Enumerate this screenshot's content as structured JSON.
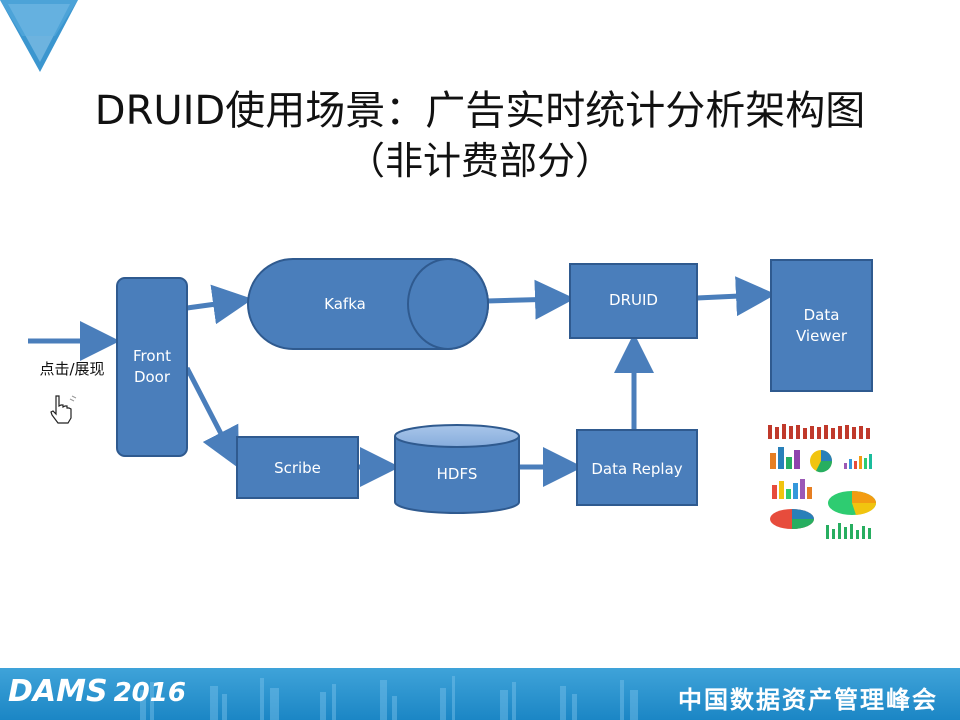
{
  "title": {
    "line1": "DRUID使用场景：广告实时统计分析架构图",
    "line2": "（非计费部分）"
  },
  "input": {
    "label": "点击/展现"
  },
  "nodes": {
    "front_door": [
      "Front",
      "Door"
    ],
    "kafka": "Kafka",
    "scribe": "Scribe",
    "hdfs": "HDFS",
    "druid": "DRUID",
    "data_replay": "Data Replay",
    "data_viewer": [
      "Data",
      "Viewer"
    ]
  },
  "footer": {
    "brand": "DAMS",
    "year": "2016",
    "summit": "中国数据资产管理峰会"
  },
  "colors": {
    "node_fill": "#4a7ebb",
    "node_stroke": "#2f5a8f",
    "edge": "#4a7ebb",
    "footer": "#2a93d0"
  }
}
